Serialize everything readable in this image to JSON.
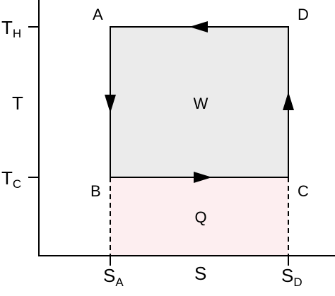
{
  "labels": {
    "point_a": "A",
    "point_b": "B",
    "point_c": "C",
    "point_d": "D",
    "work": "W",
    "heat": "Q",
    "y_axis": "T",
    "x_axis": "S"
  },
  "ticks": {
    "th_main": "T",
    "th_sub": "H",
    "tc_main": "T",
    "tc_sub": "C",
    "sa_main": "S",
    "sa_sub": "A",
    "sd_main": "S",
    "sd_sub": "D"
  },
  "colors": {
    "work_fill": "#ebebeb",
    "heat_fill": "#fdeef0",
    "line": "#000000"
  }
}
